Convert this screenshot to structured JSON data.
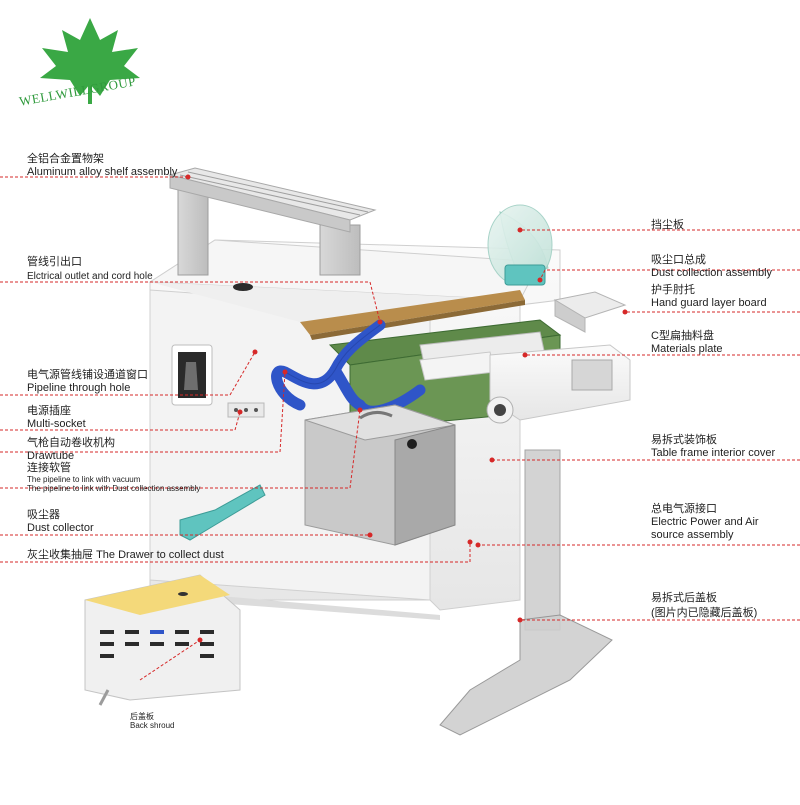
{
  "logo": {
    "text": "WELLWILLGROUP",
    "color": "#3aa845"
  },
  "colors": {
    "leader_line": "#d62828",
    "label_red": "#c1121f",
    "tube_blue": "#2f55c8",
    "green_rail": "#5f8a4a",
    "teal": "#5fc4bf",
    "wood": "#b98d4c"
  },
  "labels": {
    "shelf_cn": "全铝合金置物架",
    "shelf_en": "Aluminum alloy shelf assembly",
    "outlet_cn": "管线引出口",
    "outlet_en": "Elctrical outlet and cord hole",
    "pipeline_cn": "电气源管线铺设通道窗口",
    "pipeline_en": "Pipeline through hole",
    "socket_cn": "电源插座",
    "socket_en": "Multi-socket",
    "drawtube_cn": "气枪自动卷收机构",
    "drawtube_en": "Drawtube",
    "hose_cn": "连接软管",
    "hose_en1": "The pipeline to link with vacuum",
    "hose_en2": "The pipeline to link with Dust collection assembly",
    "collector_cn": "吸尘器",
    "collector_en": "Dust collector",
    "drawer_cn": "灰尘收集抽屉",
    "drawer_en": "The Drawer to collect dust",
    "shield_cn": "挡尘板",
    "dustcol_cn": "吸尘口总成",
    "dustcol_en": "Dust collection assembly",
    "hand_cn": "护手肘托",
    "hand_en": "Hand guard layer board",
    "plate_cn": "C型扁抽料盘",
    "plate_en": "Materials plate",
    "cover_cn": "易拆式装饰板",
    "cover_en": "Table frame interior cover",
    "power_cn": "总电气源接口",
    "power_en1": "Electric Power and Air",
    "power_en2": "source assembly",
    "back_cn": "易拆式后盖板",
    "back_note": "(图片内已隐藏后盖板)",
    "shroud_cn": "后盖板",
    "shroud_en": "Back shroud"
  }
}
